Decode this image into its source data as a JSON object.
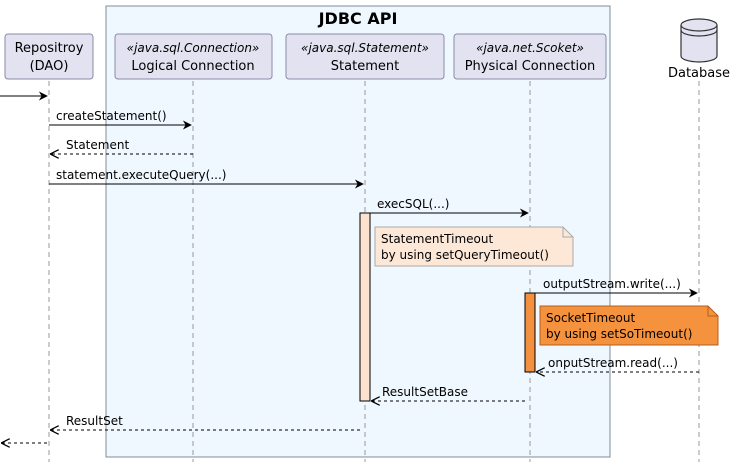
{
  "box": {
    "title": "JDBC API"
  },
  "participants": {
    "dao": {
      "line1": "Repositroy",
      "line2": "(DAO)"
    },
    "conn": {
      "stereotype": "«java.sql.Connection»",
      "name": "Logical Connection"
    },
    "stmt": {
      "stereotype": "«java.sql.Statement»",
      "name": "Statement"
    },
    "sock": {
      "stereotype": "«java.net.Scoket»",
      "name": "Physical Connection"
    },
    "db": {
      "name": "Database"
    }
  },
  "messages": {
    "m1": "createStatement()",
    "m2": "Statement",
    "m3": "statement.executeQuery(...)",
    "m4": "execSQL(...)",
    "m5": "outputStream.write(...)",
    "m6": "onputStream.read(...)",
    "m7": "ResultSetBase",
    "m8": "ResultSet"
  },
  "notes": {
    "n1": {
      "line1": "StatementTimeout",
      "line2": "by using setQueryTimeout()"
    },
    "n2": {
      "line1": "SocketTimeout",
      "line2": "by using setSoTimeout()"
    }
  },
  "colors": {
    "box_fill": "#f0f8ff",
    "box_stroke": "#7f8c9b",
    "participant_fill": "#e2e2f0",
    "participant_stroke": "#8a8aa8",
    "activation_light": "#fde3cf",
    "activation_dark": "#f39141",
    "note_light": "#fde8d8",
    "note_dark": "#f5923e",
    "database_fill": "#e2e2f0"
  }
}
